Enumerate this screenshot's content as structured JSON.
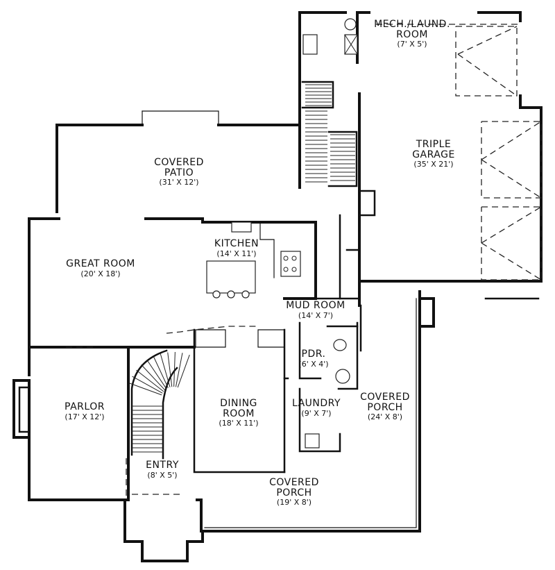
{
  "rooms": {
    "mech_laund": {
      "name": [
        "MECH./LAUND.",
        "ROOM"
      ],
      "dim": "(7' X 5')"
    },
    "triple_garage": {
      "name": [
        "TRIPLE",
        "GARAGE"
      ],
      "dim": "(35' X 21')"
    },
    "covered_patio": {
      "name": [
        "COVERED",
        "PATIO"
      ],
      "dim": "(31' X 12')"
    },
    "kitchen": {
      "name": [
        "KITCHEN"
      ],
      "dim": "(14' X 11')"
    },
    "great_room": {
      "name": [
        "GREAT ROOM"
      ],
      "dim": "(20' X 18')"
    },
    "mud_room": {
      "name": [
        "MUD ROOM"
      ],
      "dim": "(14' X 7')"
    },
    "pdr": {
      "name": [
        "PDR."
      ],
      "dim": "(6' X 4')"
    },
    "parlor": {
      "name": [
        "PARLOR"
      ],
      "dim": "(17' X 12')"
    },
    "dining_room": {
      "name": [
        "DINING",
        "ROOM"
      ],
      "dim": "(18' X 11')"
    },
    "laundry": {
      "name": [
        "LAUNDRY"
      ],
      "dim": "(9' X 7')"
    },
    "covered_porch_side": {
      "name": [
        "COVERED",
        "PORCH"
      ],
      "dim": "(24' X 8')"
    },
    "entry": {
      "name": [
        "ENTRY"
      ],
      "dim": "(8' X 5')"
    },
    "covered_porch_front": {
      "name": [
        "COVERED",
        "PORCH"
      ],
      "dim": "(19' X 8')"
    }
  }
}
